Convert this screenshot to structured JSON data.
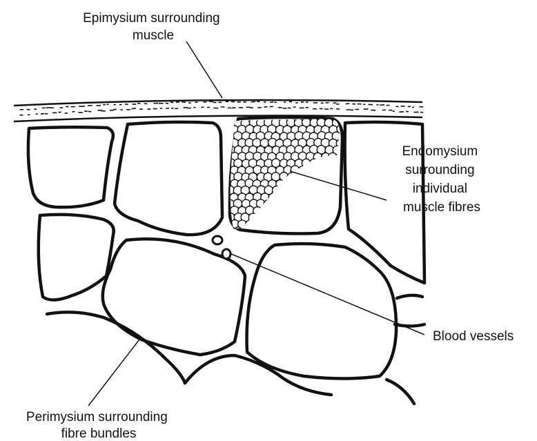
{
  "labels": {
    "epimysium": [
      "Epimysium surrounding",
      "muscle"
    ],
    "endomysium": [
      "Endomysium",
      "surrounding",
      "individual",
      "muscle fibres"
    ],
    "blood_vessels": [
      "Blood vessels"
    ],
    "perimysium": [
      "Perimysium surrounding",
      "fibre bundles"
    ]
  },
  "colors": {
    "ink": "#111111",
    "background": "#ffffff"
  }
}
